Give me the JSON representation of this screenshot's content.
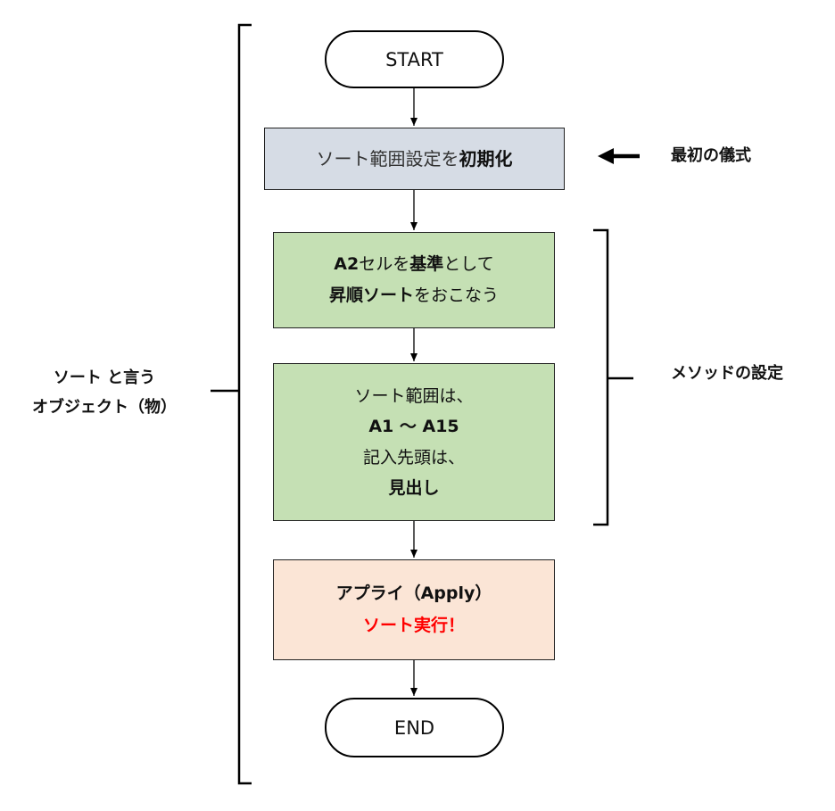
{
  "start": "START",
  "end": "END",
  "step1": {
    "a": "ソート範囲設定を",
    "b": "初期化"
  },
  "step2": {
    "a": "A2",
    "b": "セルを",
    "c": "基準",
    "d": "として",
    "e": "昇順ソート",
    "f": "をおこなう"
  },
  "step3": {
    "l1": "ソート範囲は、",
    "l2": "A1 〜 A15",
    "l3": "記入先頭は、",
    "l4": "見出し"
  },
  "step4": {
    "l1": "アプライ（Apply）",
    "l2": "ソート実行！"
  },
  "labels": {
    "object_l1": "ソート と言う",
    "object_l2": "オブジェクト（物）",
    "ritual": "最初の儀式",
    "method": "メソッドの設定"
  },
  "colors": {
    "gray": "#d6dce5",
    "green": "#c5e0b4",
    "peach": "#fbe5d6",
    "red": "#ff0000"
  }
}
